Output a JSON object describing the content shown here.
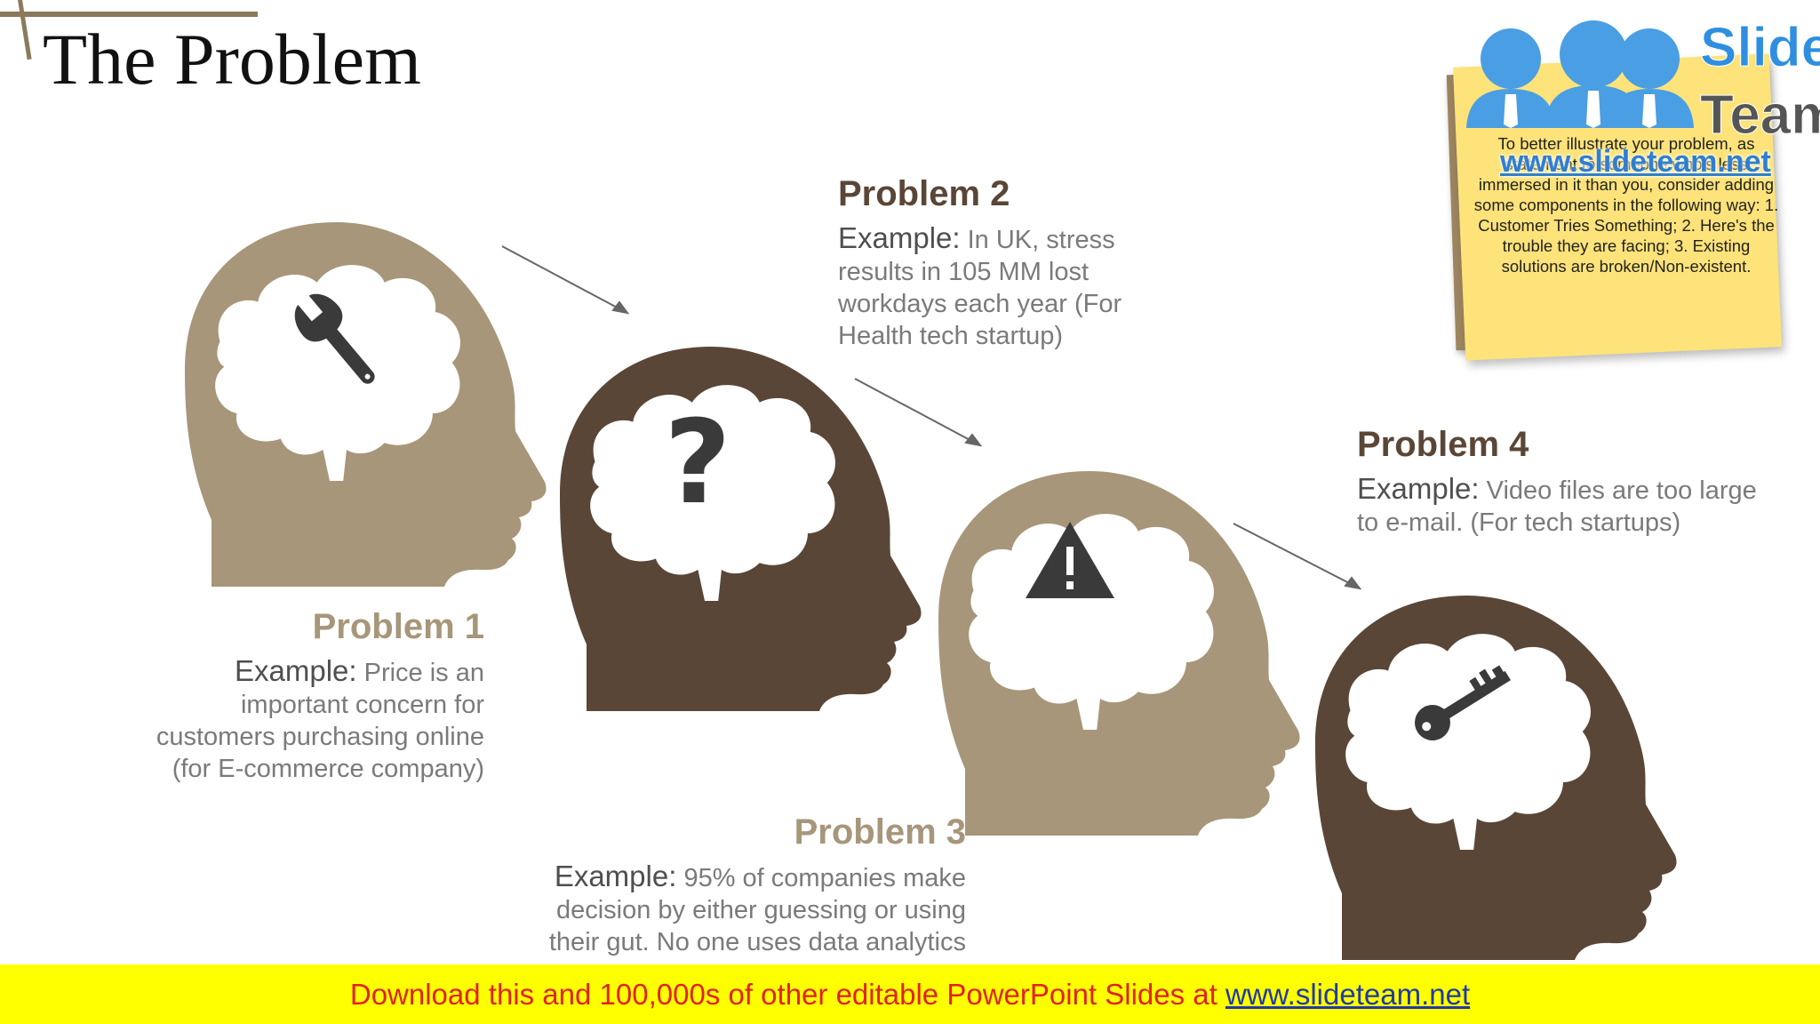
{
  "title": "The Problem",
  "colors": {
    "tan": "#a7967a",
    "dark": "#5a4637",
    "accent": "#8a7a5c",
    "banner_bg": "#ffff00",
    "banner_text": "#e0231c",
    "logo_blue": "#2f7fd0"
  },
  "problems": [
    {
      "heading": "Problem 1",
      "label": "Example:",
      "text": "Price is an important concern for customers purchasing online (for E-commerce company)",
      "icon": "wrench-icon"
    },
    {
      "heading": "Problem 2",
      "label": "Example:",
      "text": "In UK, stress results in 105 MM lost workdays each year (For Health tech startup)",
      "icon": "question-mark-icon"
    },
    {
      "heading": "Problem 3",
      "label": "Example:",
      "text": "95% of companies make decision by either guessing or using their gut. No one uses data analytics",
      "icon": "warning-icon"
    },
    {
      "heading": "Problem 4",
      "label": "Example:",
      "text": "Video files are too large to e-mail. (For tech startups)",
      "icon": "key-icon"
    }
  ],
  "note": {
    "text": "To better illustrate your problem, as statement to someone who's less immersed in it than you, consider adding some components in the following way: 1. Customer Tries Something; 2. Here's the trouble they are facing; 3. Existing solutions are broken/Non-existent."
  },
  "logo": {
    "line1": "Slide",
    "line2": "Team",
    "url": "www.slideteam.net"
  },
  "banner": {
    "text": "Download this and 100,000s of other editable PowerPoint Slides at ",
    "link": "www.slideteam.net"
  }
}
